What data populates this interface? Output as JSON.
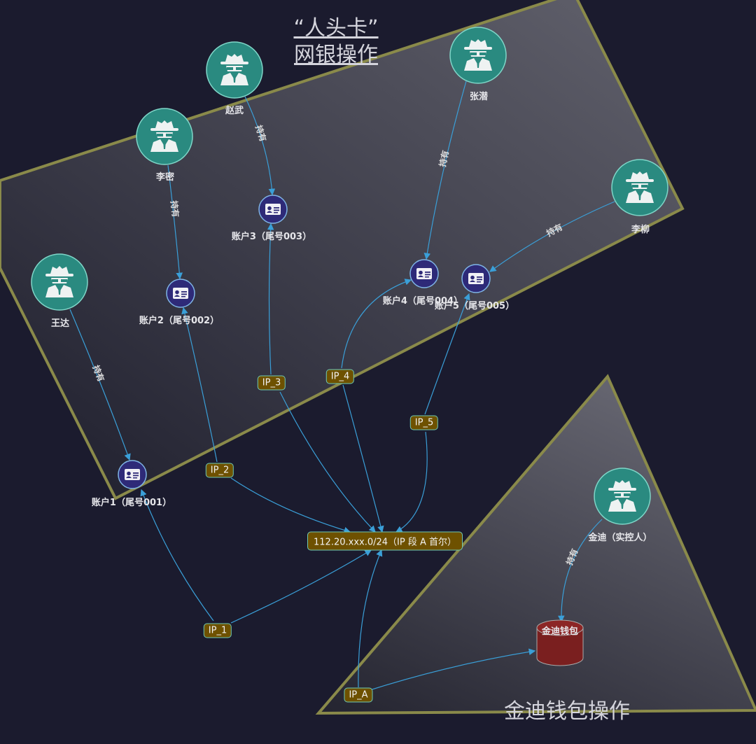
{
  "groups": {
    "group1_line1": "“人头卡”",
    "group1_line2": "网银操作",
    "group2": "金迪钱包操作"
  },
  "persons": {
    "zhaowu": "赵武",
    "limi": "李密",
    "wangda": "王达",
    "zhangqian": "张潜",
    "liliu": "李柳",
    "jindi": "金迪（实控人）"
  },
  "accounts": {
    "acct1": "账户1（尾号001）",
    "acct2": "账户2（尾号002）",
    "acct3": "账户3（尾号003）",
    "acct4": "账户4（尾号004）",
    "acct5": "账户5（尾号005）"
  },
  "wallet": "金迪钱包",
  "ips": {
    "ip1": "IP_1",
    "ip2": "IP_2",
    "ip3": "IP_3",
    "ip4": "IP_4",
    "ip5": "IP_5",
    "ipa": "IP_A",
    "hub": "112.20.xxx.0/24（IP 段 A 首尔）"
  },
  "edges": {
    "hold": "持有"
  },
  "colors": {
    "background": "#1b1b2e",
    "person_node": "#2a8a80",
    "account_node": "#2e2a78",
    "ip_node": "#6e5100",
    "wallet": "#7a1f1f",
    "edge": "#3a9fd8",
    "group_border": "#8a8a4a"
  }
}
